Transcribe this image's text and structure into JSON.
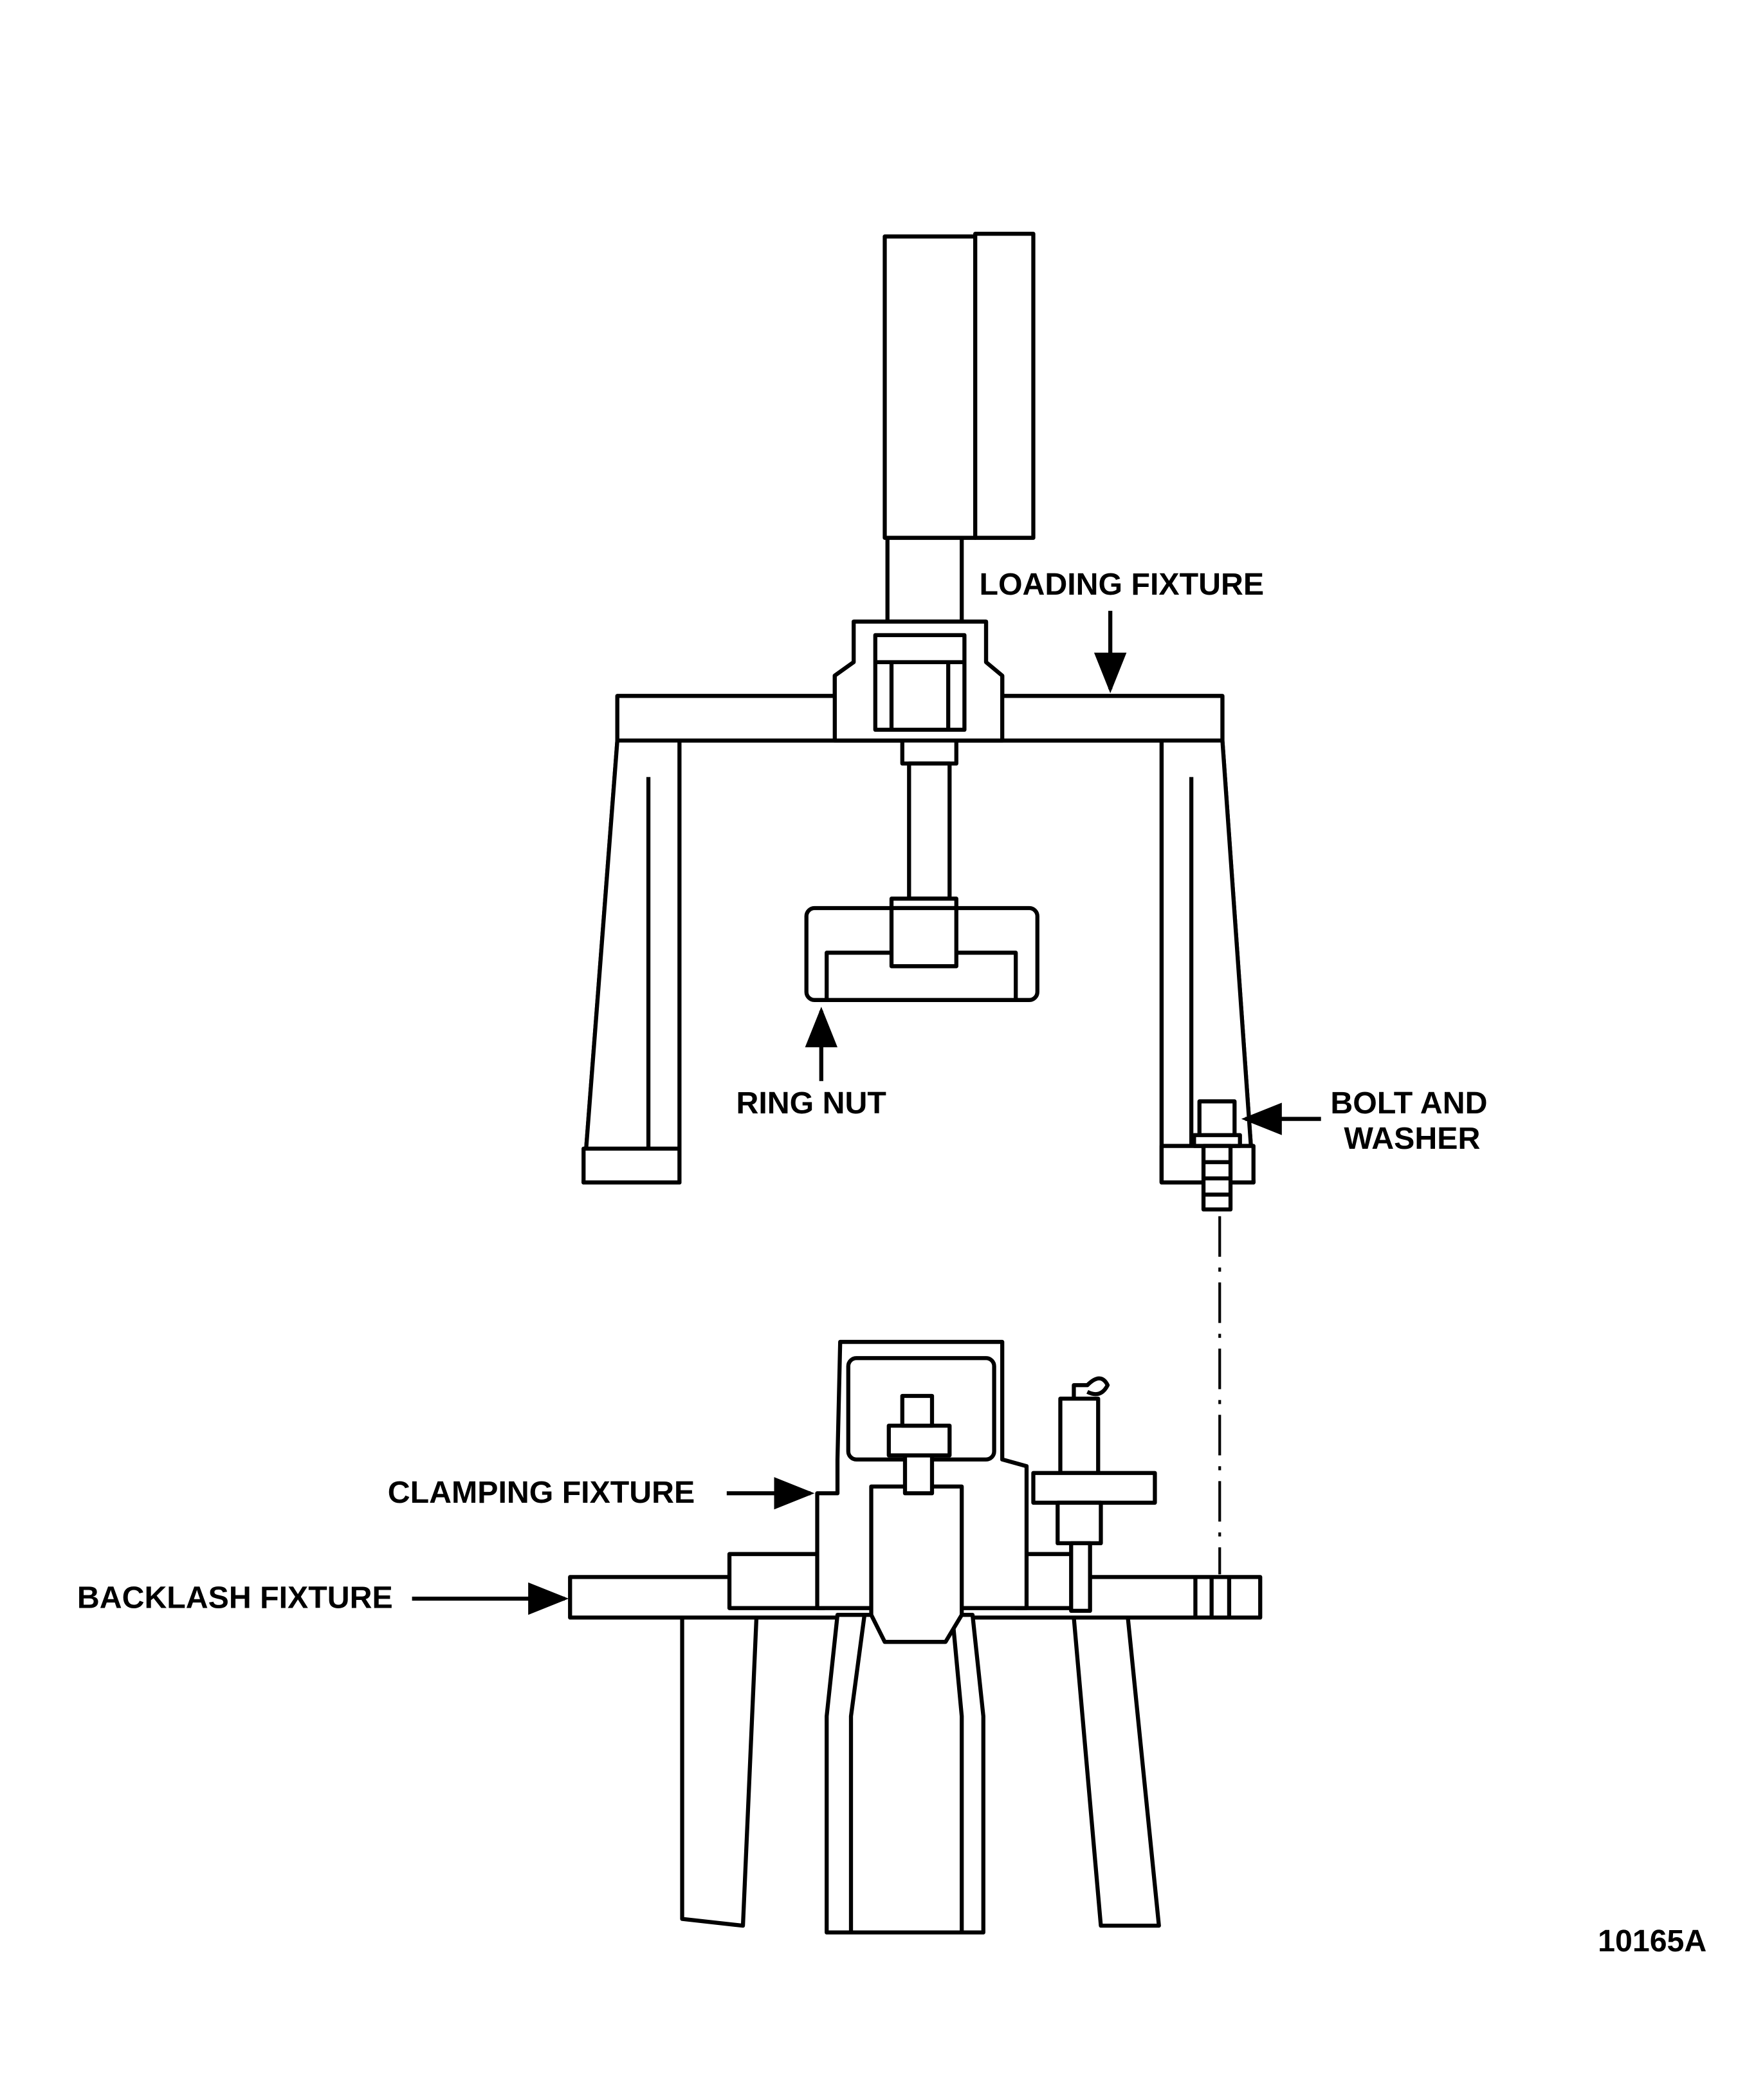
{
  "labels": {
    "loading_fixture": "LOADING FIXTURE",
    "ring_nut": "RING NUT",
    "bolt_and_washer_line1": "BOLT AND",
    "bolt_and_washer_line2": "WASHER",
    "clamping_fixture": "CLAMPING FIXTURE",
    "backlash_fixture": "BACKLASH FIXTURE"
  },
  "figure_number": "10165A"
}
